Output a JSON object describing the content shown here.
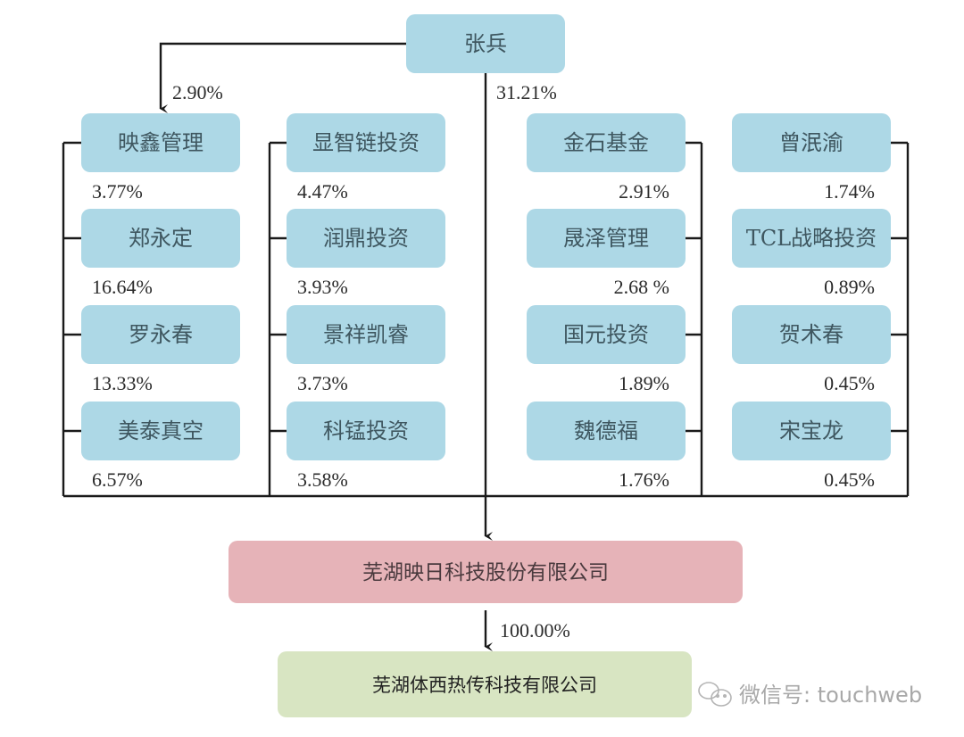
{
  "colors": {
    "shareholder_box": "#add8e6",
    "target_box": "#e6b3b8",
    "subsidiary_box": "#d8e5c2",
    "line": "#1a1a1a"
  },
  "top_holder": {
    "name": "张兵",
    "direct_pct": "31.21%",
    "to_yingxin_pct": "2.90%"
  },
  "columns": [
    {
      "id": "col1",
      "side": "left",
      "items": [
        {
          "name": "映鑫管理",
          "pct": "3.77%"
        },
        {
          "name": "郑永定",
          "pct": "16.64%"
        },
        {
          "name": "罗永春",
          "pct": "13.33%"
        },
        {
          "name": "美泰真空",
          "pct": "6.57%"
        }
      ]
    },
    {
      "id": "col2",
      "side": "left",
      "items": [
        {
          "name": "显智链投资",
          "pct": "4.47%"
        },
        {
          "name": "润鼎投资",
          "pct": "3.93%"
        },
        {
          "name": "景祥凯睿",
          "pct": "3.73%"
        },
        {
          "name": "科锰投资",
          "pct": "3.58%"
        }
      ]
    },
    {
      "id": "col3",
      "side": "right",
      "items": [
        {
          "name": "金石基金",
          "pct": "2.91%"
        },
        {
          "name": "晟泽管理",
          "pct": "2.68 %"
        },
        {
          "name": "国元投资",
          "pct": "1.89%"
        },
        {
          "name": "魏德福",
          "pct": "1.76%"
        }
      ]
    },
    {
      "id": "col4",
      "side": "right",
      "items": [
        {
          "name": "曾泯渝",
          "pct": "1.74%"
        },
        {
          "name": "TCL战略投资",
          "pct": "0.89%"
        },
        {
          "name": "贺术春",
          "pct": "0.45%"
        },
        {
          "name": "宋宝龙",
          "pct": "0.45%"
        }
      ]
    }
  ],
  "target_company": {
    "name": "芜湖映日科技股份有限公司",
    "subsidiary_pct": "100.00%"
  },
  "subsidiary": {
    "name": "芜湖体西热传科技有限公司"
  },
  "watermark": {
    "icon": "wechat-icon",
    "text": "微信号: touchweb"
  }
}
